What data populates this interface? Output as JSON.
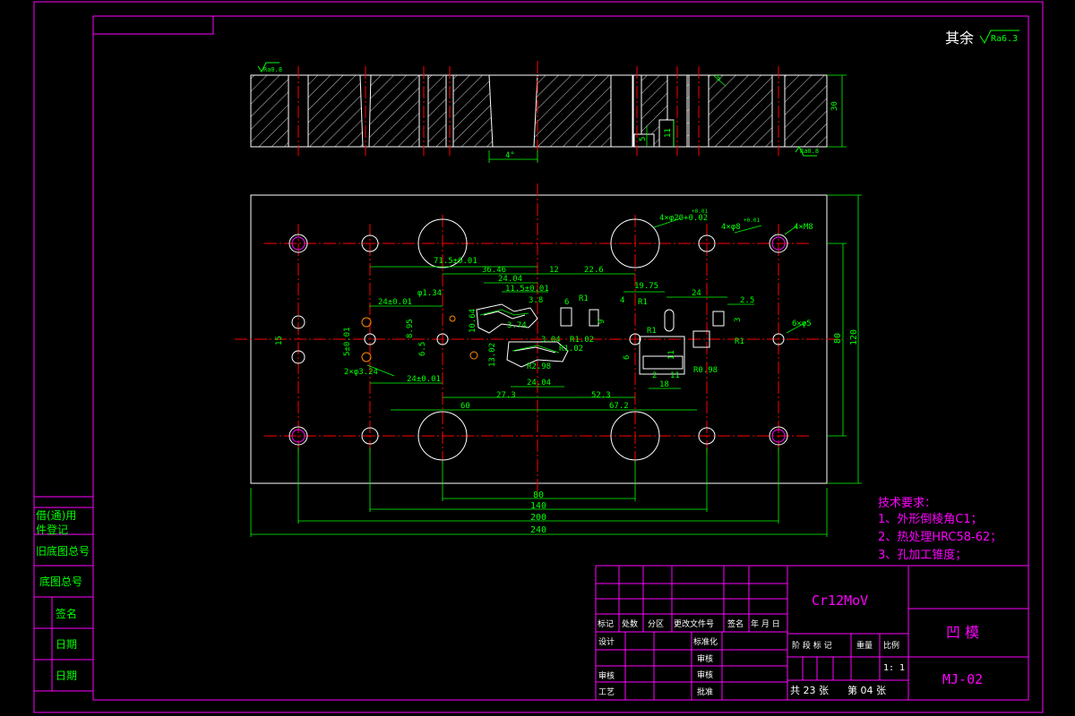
{
  "colors": {
    "background": "#000000",
    "frame": "#ff00ff",
    "outline": "#ffffff",
    "dimension": "#00ff00",
    "centerline": "#ff0000",
    "hatch": "#ffffff",
    "title_text": "#ff00ff",
    "label_text": "#ffffff",
    "tech_text": "#ff00ff"
  },
  "roughness": {
    "default_prefix": "其余",
    "default_value": "Ra6.3",
    "top_face": "Ra0.8",
    "bottom_face": "Ra0.8"
  },
  "section_view": {
    "dims": {
      "height": "30",
      "draft": "4°",
      "slot_depth": "5",
      "slot_height": "11",
      "chamfer": "5"
    }
  },
  "plan_view": {
    "overall_dims": [
      "80",
      "140",
      "200",
      "240"
    ],
    "height_dims": [
      "80",
      "120"
    ],
    "hole_callouts": {
      "big_holes": "4×φ20+0.02",
      "big_tol": "+0.01",
      "pin_holes": "4×φ8",
      "pin_tol": "+0.01",
      "thread": "4×M8",
      "small": "6×φ5",
      "tiny": "2×φ3.24"
    },
    "dims": {
      "d_71_5": "71.5±0.01",
      "d_36_46": "36.46",
      "d_12": "12",
      "d_22_6": "22.6",
      "d_24_04_top": "24.04",
      "d_11_5": "11.5±0.01",
      "d_19_75": "19.75",
      "d_24_right": "24",
      "d_2_5": "2.5",
      "d_24_left_top": "24±0.01",
      "d_1_34": "φ1.34",
      "d_15": "15",
      "d_5_left": "5±0.01",
      "d_8_95": "8.95",
      "d_6_5": "6.5",
      "d_13_02": "13.02",
      "d_10_64": "10.64",
      "d_24_left_bot": "24±0.01",
      "d_27_3": "27.3",
      "d_52_3": "52.3",
      "d_24_04_bot": "24.04",
      "d_60": "60",
      "d_67_2": "67.2",
      "d_82_98": "R2.98",
      "d_3_04": "3.04",
      "d_r1_02": "R1.02",
      "d_r1_02b": "R1.02",
      "d_r1_a": "R1",
      "d_r1_b": "R1",
      "d_r1_c": "R1",
      "d_r1_d": "R1",
      "d_r0_98": "R0.98",
      "d_3_74": "3.74",
      "d_3_8": "3.8",
      "d_6": "6",
      "d_4": "4",
      "d_18": "18",
      "d_11": "11",
      "d_2": "2",
      "d_9": "9",
      "d_3": "3",
      "d_11b": "11",
      "d_6b": "6"
    }
  },
  "tech_requirements": {
    "title": "技术要求：",
    "items": [
      "1、外形倒棱角C1；",
      "2、热处理HRC58-62；",
      "3、孔加工锥度；"
    ]
  },
  "left_strip": {
    "labels": [
      "借(通)用",
      "件登记",
      "旧底图总号",
      "底图总号",
      "签名",
      "日期",
      "日期"
    ]
  },
  "title_block": {
    "material": "Cr12MoV",
    "part_name": "凹    模",
    "drawing_no": "MJ-02",
    "scale": "1: 1",
    "sheets_total": "共 23 张",
    "sheet_no": "第 04 张",
    "rev_headers": [
      "标记",
      "处数",
      "分区",
      "更改文件号",
      "签名",
      "年 月 日"
    ],
    "row_labels": [
      "设计",
      "标准化",
      "审核",
      "工艺",
      "批准",
      "审核",
      "审核"
    ],
    "stage_headers": [
      "阶 段 标 记",
      "重量",
      "比例"
    ]
  }
}
